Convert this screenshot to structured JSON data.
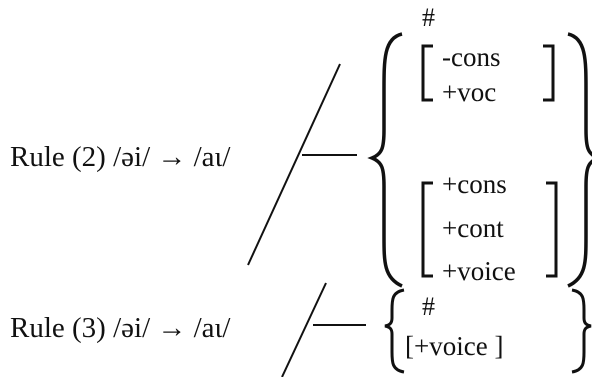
{
  "rules": [
    {
      "label": "Rule (2) /əi/ → /aɩ/",
      "environments": {
        "first": {
          "boundary": "#",
          "features": [
            "-cons",
            "+voc"
          ]
        },
        "second": {
          "features": [
            "+cons",
            "+cont",
            "+voice"
          ]
        }
      }
    },
    {
      "label": "Rule (3) /əi/ → /aɩ/",
      "environments": {
        "first": {
          "boundary": "#"
        },
        "second": {
          "features_inline": "[+voice ]"
        }
      }
    }
  ]
}
